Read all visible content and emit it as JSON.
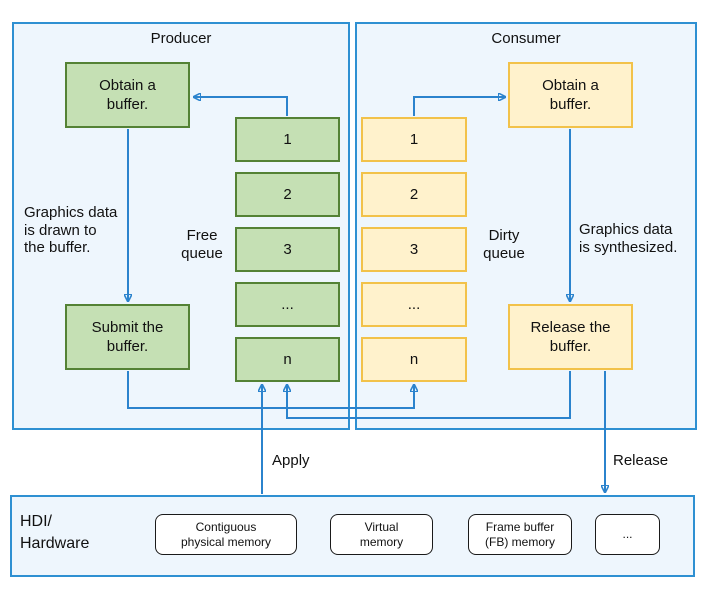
{
  "diagram": {
    "producer": {
      "title": "Producer",
      "obtain_label": "Obtain a\nbuffer.",
      "note": "Graphics data\nis drawn to\nthe buffer.",
      "submit_label": "Submit the\nbuffer.",
      "queue": {
        "label": "Free\nqueue",
        "items": [
          "1",
          "2",
          "3",
          "...",
          "n"
        ]
      }
    },
    "consumer": {
      "title": "Consumer",
      "obtain_label": "Obtain a\nbuffer.",
      "note": "Graphics data\nis synthesized.",
      "release_label": "Release the\nbuffer.",
      "queue": {
        "label": "Dirty\nqueue",
        "items": [
          "1",
          "2",
          "3",
          "...",
          "n"
        ]
      }
    },
    "flows": {
      "apply_label": "Apply",
      "release_label": "Release"
    },
    "hdi": {
      "label": "HDI/\nHardware",
      "memory_types": [
        "Contiguous\nphysical memory",
        "Virtual\nmemory",
        "Frame buffer\n(FB) memory",
        "..."
      ]
    },
    "colors": {
      "panel_fill": "#eef6fd",
      "panel_border": "#2e90d2",
      "producer_box_fill": "#c5e0b4",
      "producer_box_border": "#548235",
      "consumer_box_fill": "#fff2cc",
      "consumer_box_border": "#f2c24a",
      "arrow": "#2b83cd",
      "memory_box_border": "#1a1a1a",
      "text": "#111111"
    }
  }
}
